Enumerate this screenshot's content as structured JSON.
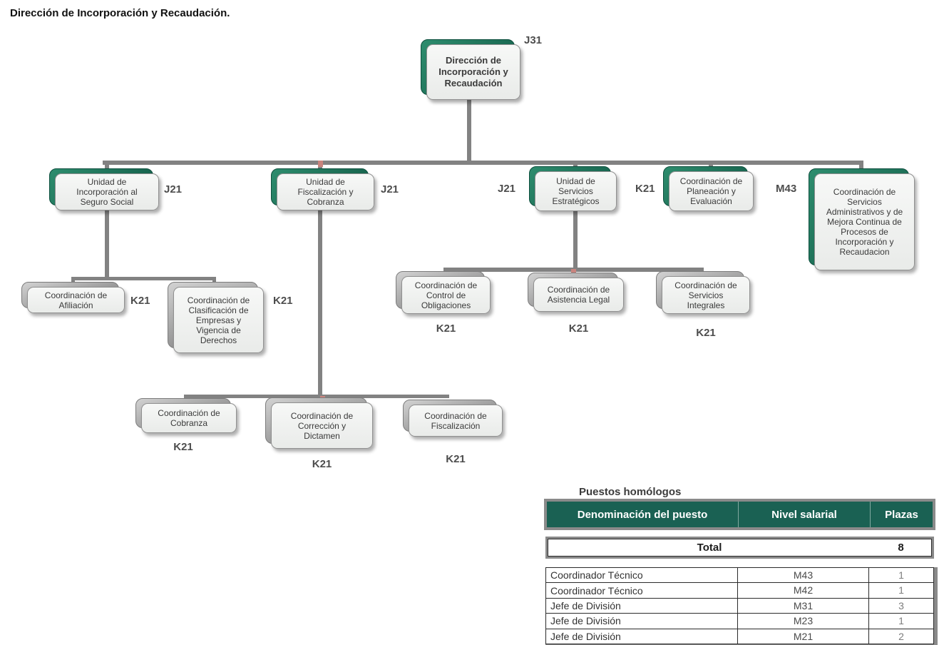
{
  "page_title": "Dirección de Incorporación y Recaudación.",
  "colors": {
    "header_green": "#1a6153",
    "slab_green": "#1d7a60",
    "slab_gray": "#9a9a9a",
    "connector_gray": "#828282",
    "junction_pink": "#c9847e"
  },
  "nodes": {
    "root": {
      "label": "Dirección de\nIncorporación y\nRecaudación",
      "grade": "J31"
    },
    "u_incorporacion": {
      "label": "Unidad de\nIncorporación al\nSeguro Social",
      "grade": "J21"
    },
    "u_fiscalizacion": {
      "label": "Unidad de\nFiscalización y\nCobranza",
      "grade": "J21"
    },
    "u_servicios": {
      "label": "Unidad de\nServicios\nEstratégicos",
      "grade": "J21"
    },
    "c_planeacion": {
      "label": "Coordinación de\nPlaneación y\nEvaluación",
      "grade": "K21"
    },
    "c_serv_admin": {
      "label": "Coordinación de\nServicios\nAdministrativos y de\nMejora Continua de\nProcesos de\nIncorporación y\nRecaudacion",
      "grade": "M43"
    },
    "c_afiliacion": {
      "label": "Coordinación de\nAfiliación",
      "grade": "K21"
    },
    "c_clasificacion": {
      "label": "Coordinación de\nClasificación de\nEmpresas y\nVigencia de\nDerechos",
      "grade": "K21"
    },
    "c_control": {
      "label": "Coordinación de\nControl de\nObligaciones",
      "grade": "K21"
    },
    "c_asistencia": {
      "label": "Coordinación de\nAsistencia Legal",
      "grade": "K21"
    },
    "c_integrales": {
      "label": "Coordinación de\nServicios\nIntegrales",
      "grade": "K21"
    },
    "c_cobranza": {
      "label": "Coordinación de\nCobranza",
      "grade": "K21"
    },
    "c_correccion": {
      "label": "Coordinación de\nCorrección y\nDictamen",
      "grade": "K21"
    },
    "c_fiscalizacion": {
      "label": "Coordinación de\nFiscalización",
      "grade": "K21"
    }
  },
  "table": {
    "title": "Puestos homólogos",
    "headers": [
      "Denominación del puesto",
      "Nivel salarial",
      "Plazas"
    ],
    "total_label": "Total",
    "total_value": "8",
    "rows": [
      {
        "puesto": "Coordinador Técnico",
        "nivel": "M43",
        "plazas": "1"
      },
      {
        "puesto": "Coordinador Técnico",
        "nivel": "M42",
        "plazas": "1"
      },
      {
        "puesto": "Jefe de División",
        "nivel": "M31",
        "plazas": "3"
      },
      {
        "puesto": "Jefe de División",
        "nivel": "M23",
        "plazas": "1"
      },
      {
        "puesto": "Jefe de División",
        "nivel": "M21",
        "plazas": "2"
      }
    ]
  }
}
